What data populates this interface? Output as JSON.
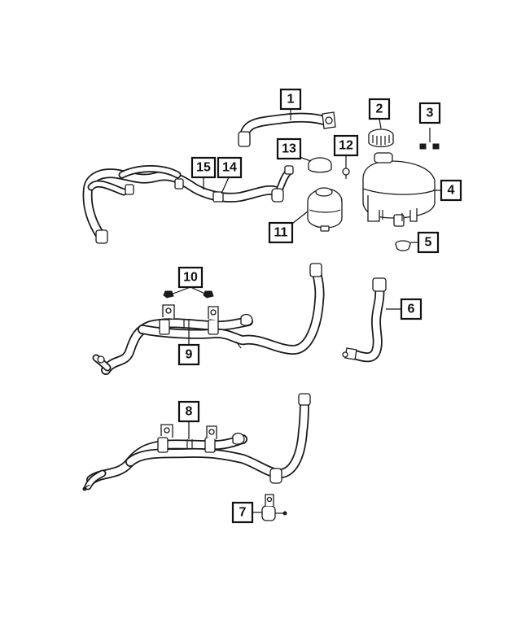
{
  "callouts": [
    {
      "label": "1"
    },
    {
      "label": "2"
    },
    {
      "label": "3"
    },
    {
      "label": "4"
    },
    {
      "label": "5"
    },
    {
      "label": "6"
    },
    {
      "label": "7"
    },
    {
      "label": "8"
    },
    {
      "label": "9"
    },
    {
      "label": "10"
    },
    {
      "label": "11"
    },
    {
      "label": "12"
    },
    {
      "label": "13"
    },
    {
      "label": "14"
    },
    {
      "label": "15"
    }
  ],
  "colors": {
    "line": "#1a1a1a",
    "background": "#ffffff"
  }
}
